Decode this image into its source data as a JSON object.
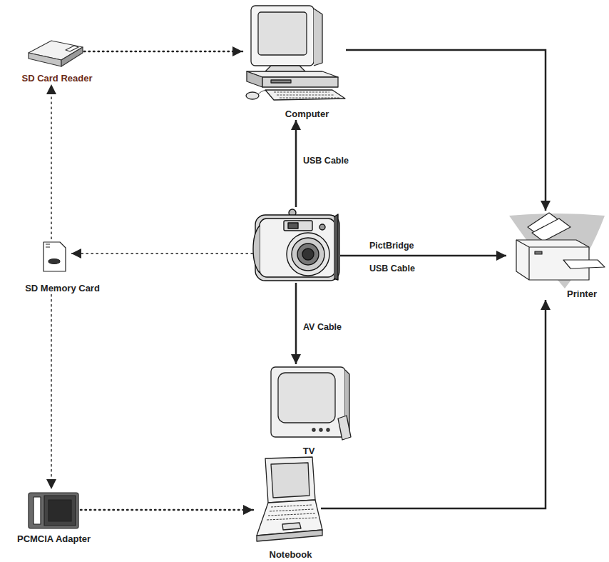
{
  "diagram": {
    "nodes": [
      {
        "text": [
          "SD Card Reader"
        ]
      },
      {
        "text": [
          "Computer"
        ]
      },
      {
        "text": [
          "SD Memory Card"
        ]
      },
      {
        "text": []
      },
      {
        "text": [
          "Printer"
        ]
      },
      {
        "text": [
          "TV"
        ]
      },
      {
        "text": [
          "PCMCIA Adapter"
        ]
      },
      {
        "text": [
          "Notebook"
        ]
      }
    ],
    "edges": [
      {
        "from": 0,
        "to": 1,
        "arrow": "to"
      },
      {
        "from": 3,
        "to": 1,
        "label": "USB Cable",
        "arrow": "to"
      },
      {
        "from": 1,
        "to": 4,
        "arrow": "to"
      },
      {
        "from": 3,
        "to": 2,
        "arrow": "to"
      },
      {
        "from": 3,
        "to": 4,
        "label": "PictBridge USB Cable",
        "arrow": "to"
      },
      {
        "from": 3,
        "to": 5,
        "label": "AV Cable",
        "arrow": "to"
      },
      {
        "from": 2,
        "to": 0,
        "arrow": "to"
      },
      {
        "from": 2,
        "to": 6,
        "arrow": "to"
      },
      {
        "from": 6,
        "to": 7,
        "arrow": "to"
      },
      {
        "from": 7,
        "to": 4,
        "arrow": "to"
      }
    ]
  }
}
